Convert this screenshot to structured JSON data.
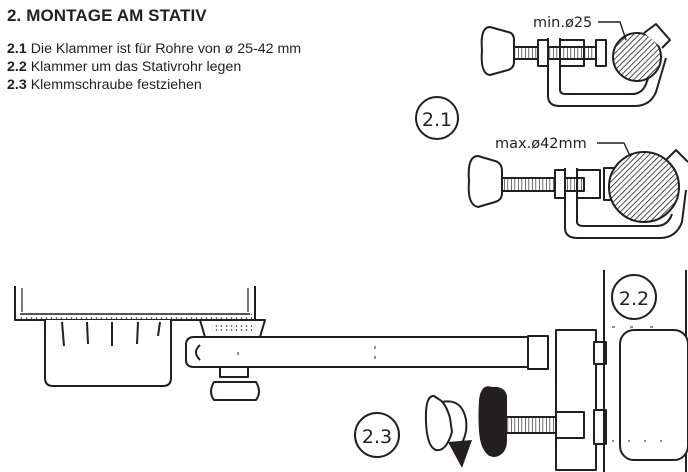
{
  "heading": "2. MONTAGE AM STATIV",
  "steps": [
    {
      "num": "2.1",
      "text": "Die Klammer ist für Rohre von ø 25-42 mm"
    },
    {
      "num": "2.2",
      "text": "Klammer um das Stativrohr legen"
    },
    {
      "num": "2.3",
      "text": "Klemmschraube festziehen"
    }
  ],
  "callouts": {
    "c21": "2.1",
    "c22": "2.2",
    "c23": "2.3"
  },
  "dimensions": {
    "min": "min.ø25",
    "max": "max.ø42mm"
  }
}
